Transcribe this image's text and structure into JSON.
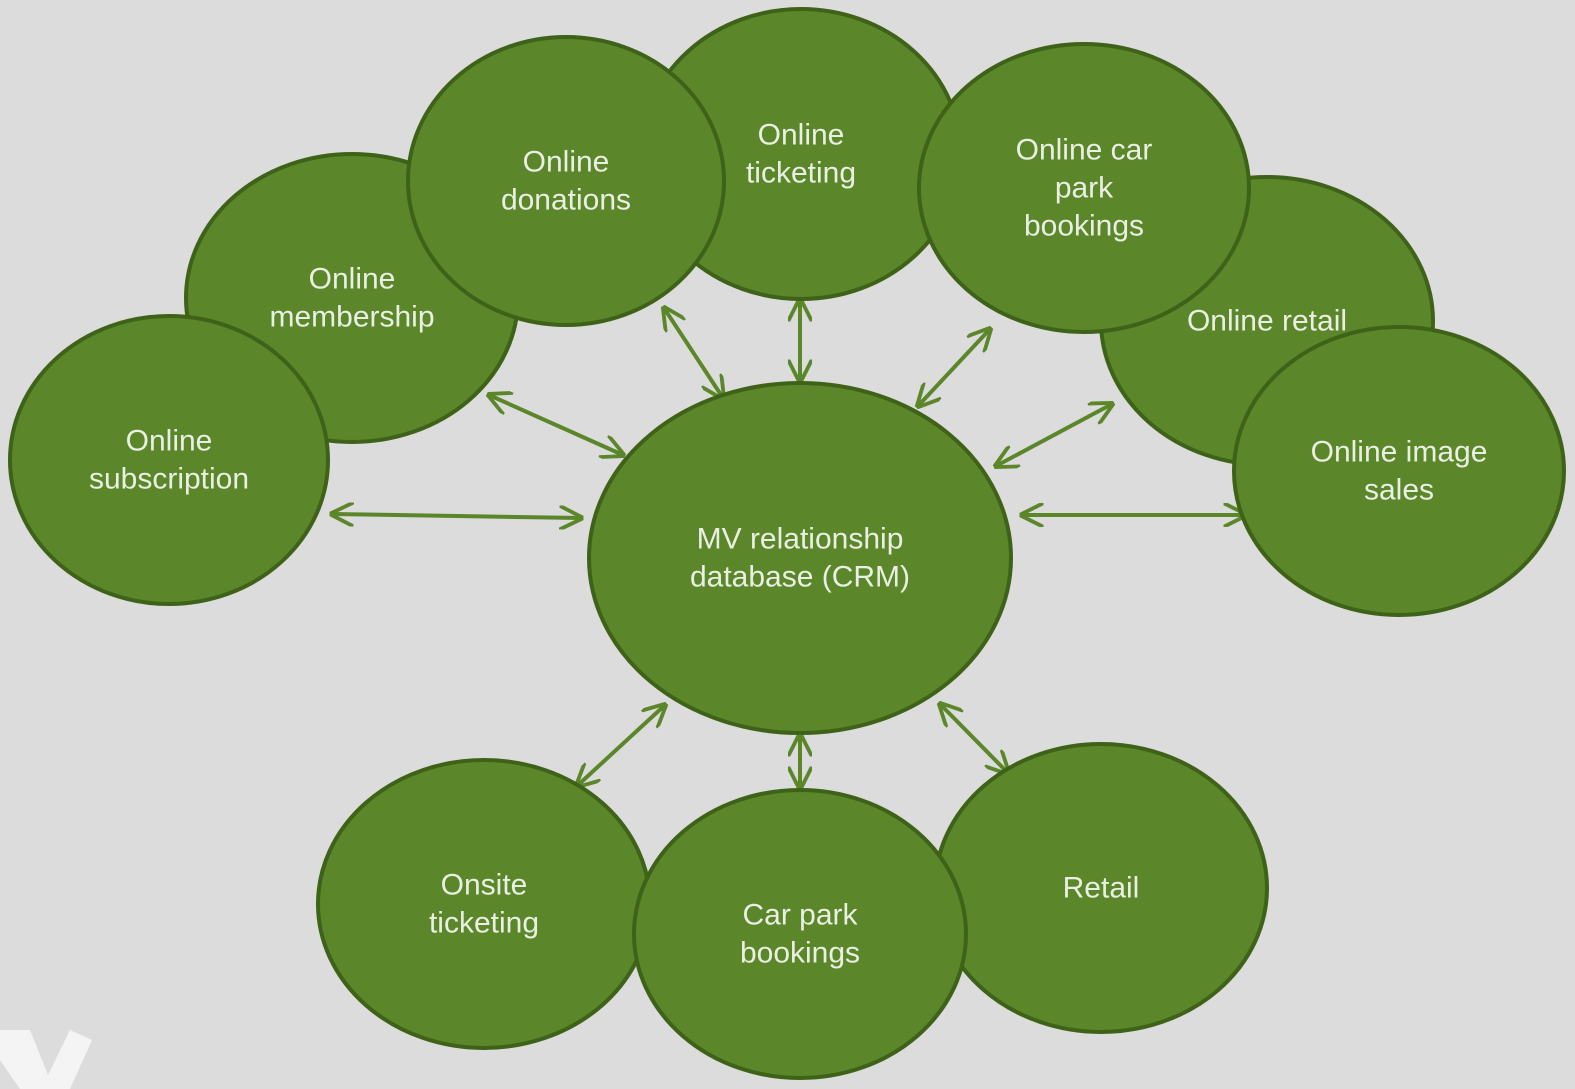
{
  "diagram": {
    "center": {
      "lines": [
        "MV relationship",
        "database (CRM)"
      ]
    },
    "nodes": [
      {
        "id": "online-membership",
        "lines": [
          "Online",
          "membership"
        ]
      },
      {
        "id": "online-subscription",
        "lines": [
          "Online",
          "subscription"
        ]
      },
      {
        "id": "online-ticketing",
        "lines": [
          "Online",
          "ticketing"
        ]
      },
      {
        "id": "online-donations",
        "lines": [
          "Online",
          "donations"
        ]
      },
      {
        "id": "online-retail",
        "lines": [
          "Online retail"
        ]
      },
      {
        "id": "online-car-park-bookings",
        "lines": [
          "Online car",
          "park",
          "bookings"
        ]
      },
      {
        "id": "online-image-sales",
        "lines": [
          "Online image",
          "sales"
        ]
      },
      {
        "id": "onsite-ticketing",
        "lines": [
          "Onsite",
          "ticketing"
        ]
      },
      {
        "id": "retail",
        "lines": [
          "Retail"
        ]
      },
      {
        "id": "car-park-bookings",
        "lines": [
          "Car park",
          "bookings"
        ]
      }
    ],
    "connections": [
      {
        "to": "online-subscription"
      },
      {
        "to": "online-membership"
      },
      {
        "to": "online-donations"
      },
      {
        "to": "online-ticketing"
      },
      {
        "to": "online-car-park-bookings"
      },
      {
        "to": "online-retail"
      },
      {
        "to": "online-image-sales"
      },
      {
        "to": "onsite-ticketing"
      },
      {
        "to": "car-park-bookings"
      },
      {
        "to": "retail"
      }
    ],
    "colors": {
      "background": "#dcdcdc",
      "node_fill": "#5b862a",
      "node_stroke": "#3e6218",
      "label": "#e9efe2",
      "arrow": "#5b862a"
    }
  }
}
